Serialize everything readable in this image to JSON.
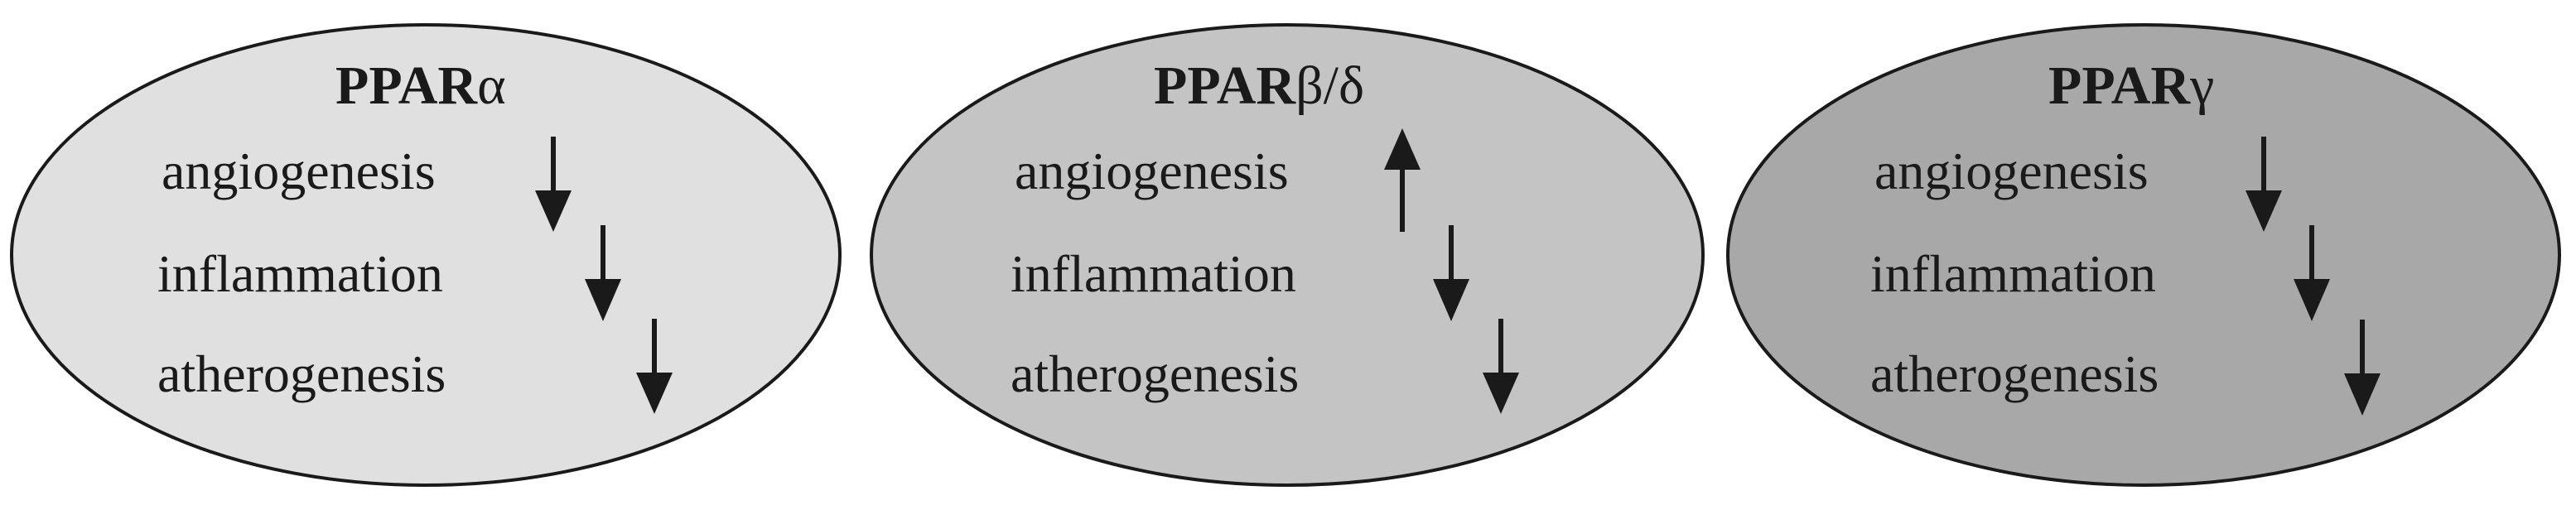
{
  "groups": [
    {
      "title_prefix": "PPAR",
      "title_greek": "α",
      "fill": "#e0e0e0",
      "items": [
        {
          "label": "angiogenesis",
          "direction": "down"
        },
        {
          "label": "inflammation",
          "direction": "down"
        },
        {
          "label": "atherogenesis",
          "direction": "down"
        }
      ]
    },
    {
      "title_prefix": "PPAR",
      "title_greek": "β/δ",
      "fill": "#c4c4c4",
      "items": [
        {
          "label": "angiogenesis",
          "direction": "up"
        },
        {
          "label": "inflammation",
          "direction": "down"
        },
        {
          "label": "atherogenesis",
          "direction": "down"
        }
      ]
    },
    {
      "title_prefix": "PPAR",
      "title_greek": "γ",
      "fill": "#a9a8a9",
      "items": [
        {
          "label": "angiogenesis",
          "direction": "down"
        },
        {
          "label": "inflammation",
          "direction": "down"
        },
        {
          "label": "atherogenesis",
          "direction": "down"
        }
      ]
    }
  ]
}
